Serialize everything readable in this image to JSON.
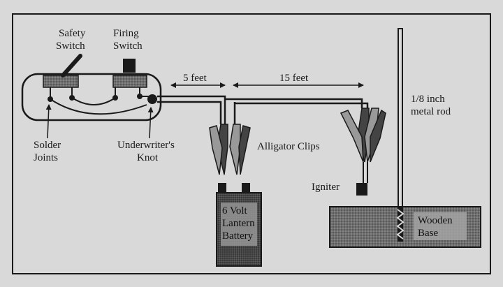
{
  "labels": {
    "safety_switch": [
      "Safety",
      "Switch"
    ],
    "firing_switch": [
      "Firing",
      "Switch"
    ],
    "solder_joints": [
      "Solder",
      "Joints"
    ],
    "underwriters_knot": [
      "Underwriter's",
      "Knot"
    ],
    "dist_5": "5 feet",
    "dist_15": "15 feet",
    "alligator_clips": "Alligator Clips",
    "igniter": "Igniter",
    "metal_rod": [
      "1/8 inch",
      "metal rod"
    ],
    "battery": [
      "6 Volt",
      "Lantern",
      "Battery"
    ],
    "wooden_base": [
      "Wooden",
      "Base"
    ]
  },
  "colors": {
    "background": "#d9d9d9",
    "ink": "#1a1a1a",
    "box_fill": "#8a8a8a",
    "battery_fill": "#555555"
  }
}
